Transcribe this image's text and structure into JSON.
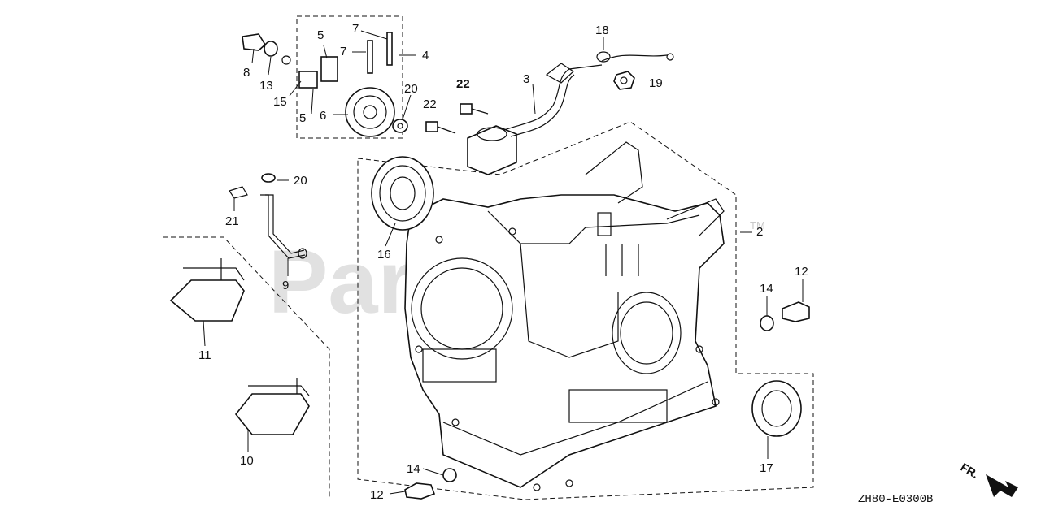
{
  "watermark": {
    "text": "PartsTree",
    "trademark": "TM"
  },
  "diagram_code": "ZH80-E0300B",
  "front_arrow_label": "FR.",
  "callouts": {
    "c1": "2",
    "c2": "3",
    "c3": "4",
    "c4": "5",
    "c5": "5",
    "c6": "6",
    "c7": "7",
    "c8": "7",
    "c9": "8",
    "c10": "9",
    "c11": "10",
    "c12": "11",
    "c13": "12",
    "c14": "12",
    "c15": "13",
    "c16": "14",
    "c17": "14",
    "c18": "15",
    "c19": "16",
    "c20": "17",
    "c21": "18",
    "c22": "19",
    "c23": "20",
    "c24": "20",
    "c25": "21",
    "c26": "22",
    "c27": "22"
  }
}
